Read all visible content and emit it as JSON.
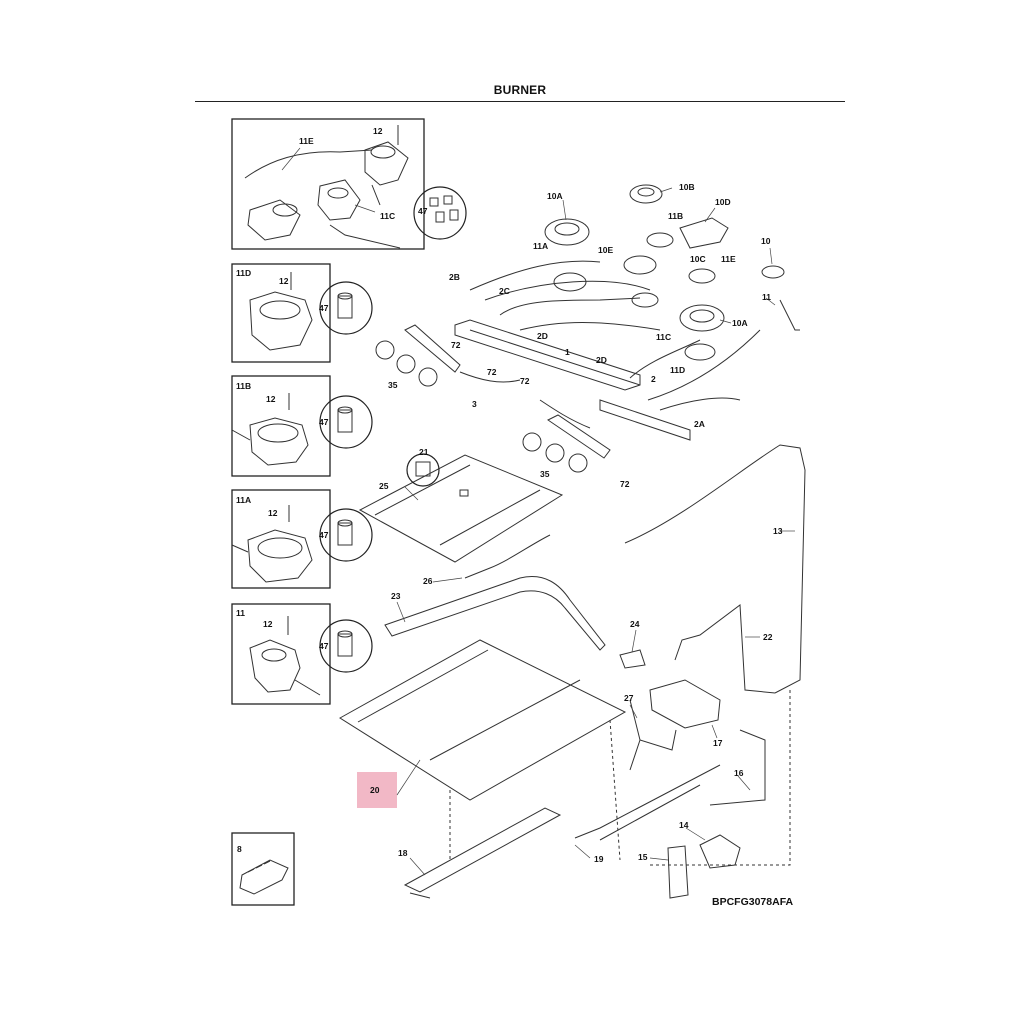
{
  "header": {
    "title": "BURNER"
  },
  "footer": {
    "diagram_code": "BPCFG3078AFA"
  },
  "highlight_color": "#f2b8c6",
  "insets": [
    {
      "id": "11E",
      "labels": [
        "11E",
        "12",
        "47",
        "11C"
      ]
    },
    {
      "id": "11D",
      "labels": [
        "11D",
        "12",
        "47"
      ]
    },
    {
      "id": "11B",
      "labels": [
        "11B",
        "12",
        "47"
      ]
    },
    {
      "id": "11A",
      "labels": [
        "11A",
        "12",
        "47"
      ]
    },
    {
      "id": "11",
      "labels": [
        "11",
        "12",
        "47"
      ]
    },
    {
      "id": "8",
      "labels": [
        "8"
      ]
    }
  ],
  "parts": {
    "p10A": "10A",
    "p10Ab": "10A",
    "p10B": "10B",
    "p10D": "10D",
    "p11B": "11B",
    "p11A": "11A",
    "p10E": "10E",
    "p10C": "10C",
    "p11E": "11E",
    "p10": "10",
    "p11": "11",
    "p11C": "11C",
    "p11D": "11D",
    "p2B": "2B",
    "p2C": "2C",
    "p2D": "2D",
    "p2Db": "2D",
    "p1": "1",
    "p2": "2",
    "p2A": "2A",
    "p72a": "72",
    "p72b": "72",
    "p72c": "72",
    "p72d": "72",
    "p35a": "35",
    "p35b": "35",
    "p3": "3",
    "p21": "21",
    "p25": "25",
    "p26": "26",
    "p13": "13",
    "p23": "23",
    "p24": "24",
    "p22": "22",
    "p27": "27",
    "p17": "17",
    "p16": "16",
    "p20": "20",
    "p14": "14",
    "p15": "15",
    "p18": "18",
    "p19": "19"
  }
}
